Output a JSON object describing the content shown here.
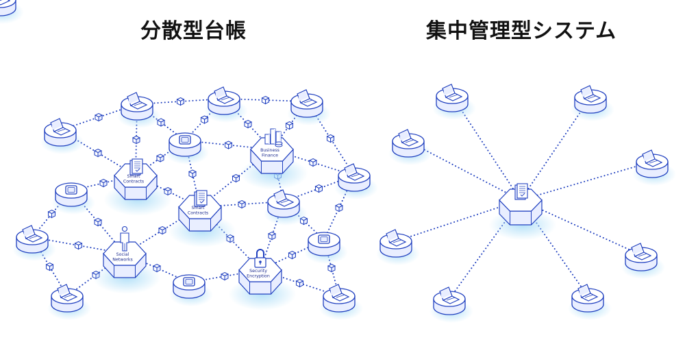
{
  "titles": {
    "decentralized": "分散型台帳",
    "centralized": "集中管理型システム"
  },
  "colors": {
    "line": "#1f3fbf",
    "node_fill": "#ffffff",
    "node_shade": "#e9eeff",
    "glow": "#a9dcf7"
  },
  "decentralized": {
    "hubs": [
      {
        "id": "smart1",
        "icon": "document-icon",
        "caption": [
          "Smart",
          "Contracts"
        ]
      },
      {
        "id": "finance",
        "icon": "building-icon",
        "caption": [
          "Business",
          "Finance"
        ]
      },
      {
        "id": "smart2",
        "icon": "document-icon",
        "caption": [
          "Smart",
          "Contracts"
        ]
      },
      {
        "id": "social",
        "icon": "person-icon",
        "caption": [
          "Social",
          "Networks"
        ]
      },
      {
        "id": "security",
        "icon": "padlock-icon",
        "caption": [
          "Security",
          "Encryption"
        ]
      }
    ],
    "nodes": [
      {
        "id": "L1",
        "icon": "laptop-icon"
      },
      {
        "id": "L2",
        "icon": "laptop-icon"
      },
      {
        "id": "L3",
        "icon": "laptop-icon"
      },
      {
        "id": "L4",
        "icon": "laptop-icon"
      },
      {
        "id": "L5",
        "icon": "laptop-icon"
      },
      {
        "id": "L6",
        "icon": "laptop-icon"
      },
      {
        "id": "L7",
        "icon": "laptop-icon"
      },
      {
        "id": "L8",
        "icon": "laptop-icon"
      },
      {
        "id": "L9",
        "icon": "laptop-icon"
      },
      {
        "id": "L10",
        "icon": "laptop-icon"
      },
      {
        "id": "T1",
        "icon": "tablet-icon"
      },
      {
        "id": "T2",
        "icon": "tablet-icon"
      },
      {
        "id": "T3",
        "icon": "tablet-icon"
      },
      {
        "id": "T4",
        "icon": "tablet-icon"
      }
    ],
    "edges": [
      [
        "L1",
        "L2"
      ],
      [
        "L2",
        "L3"
      ],
      [
        "L3",
        "L4"
      ],
      [
        "L1",
        "smart1"
      ],
      [
        "L2",
        "smart1"
      ],
      [
        "L2",
        "T1"
      ],
      [
        "L3",
        "T1"
      ],
      [
        "L3",
        "finance"
      ],
      [
        "L4",
        "finance"
      ],
      [
        "L4",
        "L5"
      ],
      [
        "T1",
        "smart1"
      ],
      [
        "T1",
        "finance"
      ],
      [
        "finance",
        "L5"
      ],
      [
        "smart1",
        "T2"
      ],
      [
        "smart1",
        "smart2"
      ],
      [
        "T1",
        "smart2"
      ],
      [
        "finance",
        "smart2"
      ],
      [
        "finance",
        "L6"
      ],
      [
        "L5",
        "L6"
      ],
      [
        "L5",
        "T4"
      ],
      [
        "T2",
        "L7"
      ],
      [
        "T2",
        "social"
      ],
      [
        "smart2",
        "social"
      ],
      [
        "smart2",
        "L6"
      ],
      [
        "smart2",
        "security"
      ],
      [
        "L6",
        "T4"
      ],
      [
        "L6",
        "security"
      ],
      [
        "L7",
        "social"
      ],
      [
        "L7",
        "L8"
      ],
      [
        "social",
        "L8"
      ],
      [
        "social",
        "T3"
      ],
      [
        "T3",
        "security"
      ],
      [
        "security",
        "T4"
      ],
      [
        "security",
        "L9"
      ],
      [
        "T4",
        "L9"
      ]
    ]
  },
  "centralized": {
    "center": {
      "id": "server",
      "icon": "document-icon"
    },
    "nodes": [
      {
        "id": "C1",
        "icon": "laptop-icon"
      },
      {
        "id": "C2",
        "icon": "laptop-icon"
      },
      {
        "id": "C3",
        "icon": "laptop-icon"
      },
      {
        "id": "C4",
        "icon": "laptop-icon"
      },
      {
        "id": "C5",
        "icon": "laptop-icon"
      },
      {
        "id": "C6",
        "icon": "laptop-icon"
      },
      {
        "id": "C7",
        "icon": "laptop-icon"
      },
      {
        "id": "C8",
        "icon": "laptop-icon"
      }
    ]
  }
}
